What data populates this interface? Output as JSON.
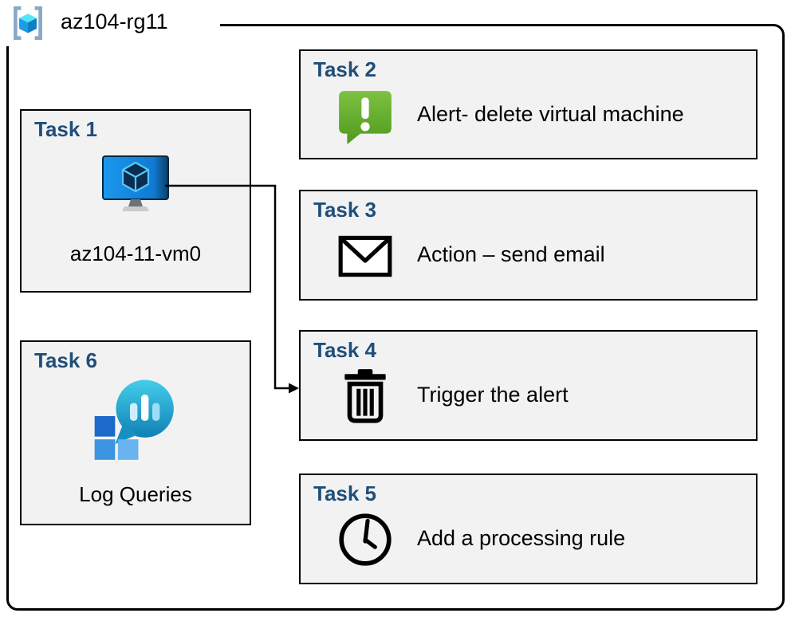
{
  "resource_group": {
    "name": "az104-rg11",
    "icon": "resource-group-icon"
  },
  "tasks": [
    {
      "id": "task1",
      "title": "Task 1",
      "label": "az104-11-vm0",
      "icon": "virtual-machine-icon"
    },
    {
      "id": "task2",
      "title": "Task 2",
      "label": "Alert- delete virtual machine",
      "icon": "alert-badge-icon"
    },
    {
      "id": "task3",
      "title": "Task 3",
      "label": "Action – send email",
      "icon": "email-icon"
    },
    {
      "id": "task4",
      "title": "Task 4",
      "label": "Trigger the alert",
      "icon": "trash-icon"
    },
    {
      "id": "task5",
      "title": "Task 5",
      "label": "Add a processing rule",
      "icon": "clock-icon"
    },
    {
      "id": "task6",
      "title": "Task 6",
      "label": "Log Queries",
      "icon": "log-queries-icon"
    }
  ],
  "connector": {
    "from": "task1",
    "to": "task4"
  },
  "colors": {
    "task_title_blue": "#1F4E79",
    "box_background": "#F2F2F2",
    "box_border": "#000000",
    "frame_border": "#000000",
    "alert_green": "#5FA91F",
    "vm_screen_blue": "#1490DF",
    "log_teal": "#2BB3DC",
    "log_square_blue": "#2E8FE0"
  }
}
